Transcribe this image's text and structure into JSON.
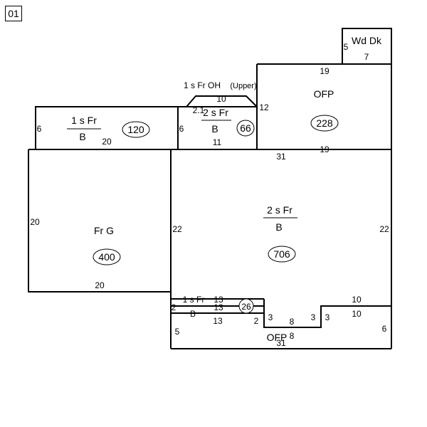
{
  "page_label": "01",
  "areas": {
    "one_story_frame": {
      "story": "1 s Fr",
      "base": "B",
      "area": "120",
      "dims": {
        "left": "6",
        "bottom": "20"
      }
    },
    "two_story_frame_small": {
      "story": "2 s Fr",
      "base": "B",
      "area": "66",
      "dims": {
        "left": "6",
        "bottom": "11",
        "right": "12"
      }
    },
    "overhang": {
      "label": "1 s Fr OH",
      "note": "(Upper)",
      "dims": {
        "top": "10",
        "side": "2.1"
      }
    },
    "ofp_upper": {
      "label": "OFP",
      "area": "228",
      "dims": {
        "top": "19",
        "bottom": "19"
      }
    },
    "wood_deck": {
      "label": "Wd Dk",
      "dims": {
        "left": "5",
        "bottom": "7"
      }
    },
    "frame_garage": {
      "label": "Fr G",
      "area": "400",
      "dims": {
        "left": "20",
        "bottom": "20",
        "right": "22"
      }
    },
    "two_story_frame_main": {
      "story": "2 s Fr",
      "base": "B",
      "area": "706",
      "dims": {
        "top": "31",
        "right": "22"
      }
    },
    "one_story_bump": {
      "story": "1 s Fr",
      "base": "B",
      "area": "26",
      "dims": {
        "top_a": "13",
        "top_b": "13",
        "bottom": "13",
        "left": "2",
        "right": "2"
      }
    },
    "ofp_lower": {
      "label": "OFP",
      "area": "8",
      "dims": {
        "left": "5",
        "right": "6",
        "step_a": "3",
        "step_b": "3",
        "step_c": "3",
        "width": "8",
        "top": "10",
        "upper": "10",
        "bottom": "31"
      }
    }
  }
}
